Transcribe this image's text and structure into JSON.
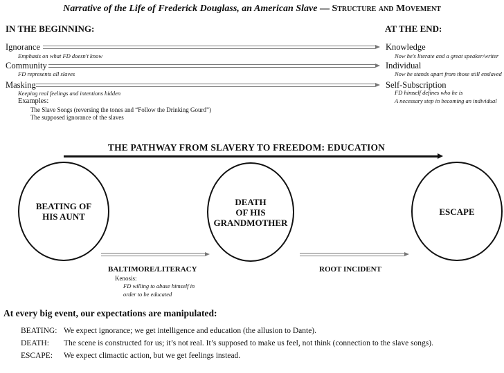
{
  "title": {
    "italic": "Narrative of the Life of Frederick Douglass, an American Slave",
    "dash": " — ",
    "smallcaps": "Structure and Movement"
  },
  "left_heading": "IN THE BEGINNING:",
  "right_heading": "AT THE END:",
  "rows": [
    {
      "left": "Ignorance",
      "left_sub": "Emphasis on what FD doesn't know",
      "right": "Knowledge",
      "right_sub": "Now he's literate and a great speaker/writer"
    },
    {
      "left": "Community",
      "left_sub": "FD represents all slaves",
      "right": "Individual",
      "right_sub": "Now he stands apart from those still enslaved"
    },
    {
      "left": "Masking",
      "left_sub": "Keeping real feelings and intentions hidden",
      "right": "Self-Subscription",
      "right_sub": "FD himself defines who he is",
      "right_sub2": "A necessary step in becoming an individual"
    }
  ],
  "examples": {
    "label": "Examples:",
    "items": [
      "The Slave Songs (reversing the tones and “Follow the Drinking Gourd”)",
      "The supposed ignorance of the slaves"
    ]
  },
  "pathway_title": "THE PATHWAY FROM SLAVERY TO FREEDOM: EDUCATION",
  "circles": [
    "BEATING OF\nHIS AUNT",
    "DEATH\nOF HIS\nGRANDMOTHER",
    "ESCAPE"
  ],
  "links": {
    "first": {
      "label": "BALTIMORE/LITERACY",
      "sub": "Kenosis:",
      "note1": "FD willing to abase himself in",
      "note2": "order to be educated"
    },
    "second": {
      "label": "ROOT INCIDENT"
    }
  },
  "bottom": {
    "heading": "At every big event, our expectations are manipulated:",
    "rows": [
      {
        "key": "BEATING:",
        "text": "We expect ignorance; we get intelligence and education (the allusion to Dante)."
      },
      {
        "key": "DEATH:",
        "text": "The scene is constructed for us; it’s not real. It’s supposed to make us feel, not think (connection to the slave songs)."
      },
      {
        "key": "ESCAPE:",
        "text": "We expect climactic action, but we get feelings instead."
      }
    ]
  }
}
